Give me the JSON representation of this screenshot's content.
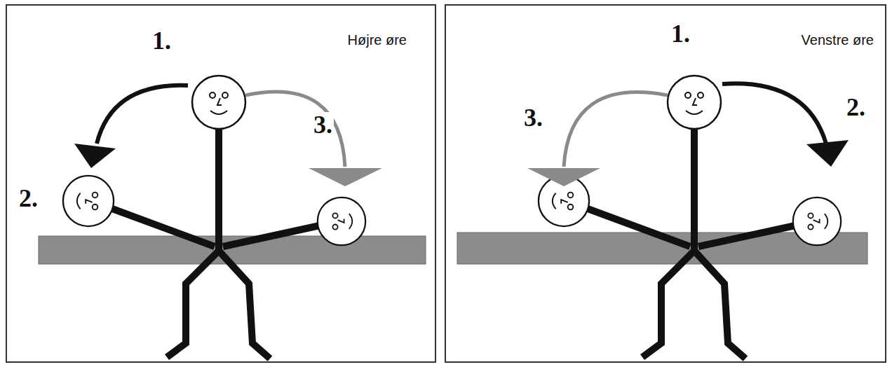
{
  "diagram": {
    "nodes": [
      {
        "text": [
          "Højre øre"
        ]
      },
      {
        "text": [
          "Venstre øre"
        ]
      }
    ],
    "labels": [
      "1.",
      "2.",
      "3.",
      "1.",
      "3.",
      "2."
    ]
  }
}
